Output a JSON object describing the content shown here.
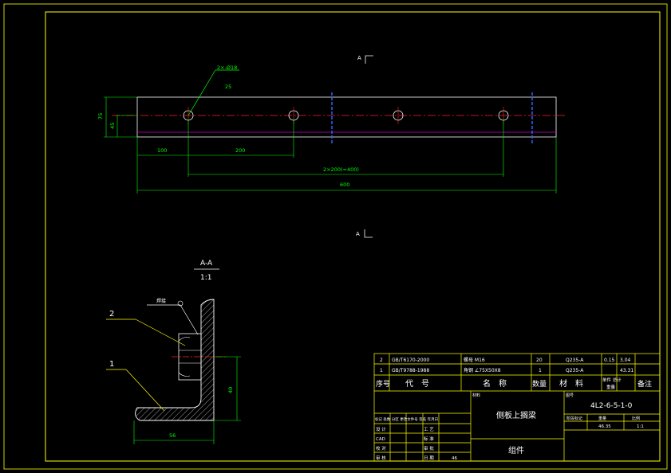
{
  "colors": {
    "background": "#000000",
    "frame": "#ffff00",
    "outline": "#ffffff",
    "dimension": "#00ff00",
    "centerline": "#ff2020",
    "hidden": "#c000c0",
    "section_marker": "#3060ff",
    "title_text": "#ffffff",
    "title_lines": "#ffff00"
  },
  "top_view": {
    "section_label_top": "A",
    "section_label_bottom": "A",
    "hole_callout": "2×-Ø18",
    "hole_callout_sub": "25",
    "dim_height_outer": "75",
    "dim_height_inner": "45",
    "dim_left": "100",
    "dim_pitch": "200",
    "dim_chain": "2×200(=400)",
    "dim_overall": "600"
  },
  "section_view": {
    "title": "A-A",
    "scale": "1:1",
    "weld_note": "焊接",
    "balloon_1": "1",
    "balloon_2": "2",
    "dim_height": "40",
    "dim_width": "56"
  },
  "bom": {
    "rows": [
      {
        "no": "2",
        "code": "GB/T6170-2000",
        "name": "螺母 M16",
        "qty": "20",
        "material": "Q235-A",
        "unit_wt": "0.15",
        "total_wt": "3.04",
        "remark": ""
      },
      {
        "no": "1",
        "code": "GB/T9788-1988",
        "name": "角钢 ∠75X50X8",
        "qty": "1",
        "material": "Q235-A",
        "unit_wt": "",
        "total_wt": "43.31",
        "remark": ""
      }
    ],
    "header": {
      "no": "序号",
      "code": "代　号",
      "name": "名　称",
      "qty": "数量",
      "material": "材　料",
      "weight": "单件 总计",
      "weight_sub": "重量",
      "remark": "备注"
    }
  },
  "title_block": {
    "material_tag": "材料",
    "drawing_no_tag": "图号",
    "part_name": "侧板上搁梁",
    "drawing_no": "4L2-6-5-1-0",
    "doc_type": "组件",
    "rev_row": "标记 处数 分区 更改文件号 签名 年月日",
    "stage_labels": [
      "阶段标记",
      "重量",
      "比例"
    ],
    "weight": "46.35",
    "scale": "1:1",
    "roles_left": [
      "设 计",
      "CAD",
      "校 对",
      "审 核"
    ],
    "roles_right": [
      "工 艺",
      "标 准",
      "审 批",
      "日 期"
    ],
    "sheet_no": "46"
  }
}
